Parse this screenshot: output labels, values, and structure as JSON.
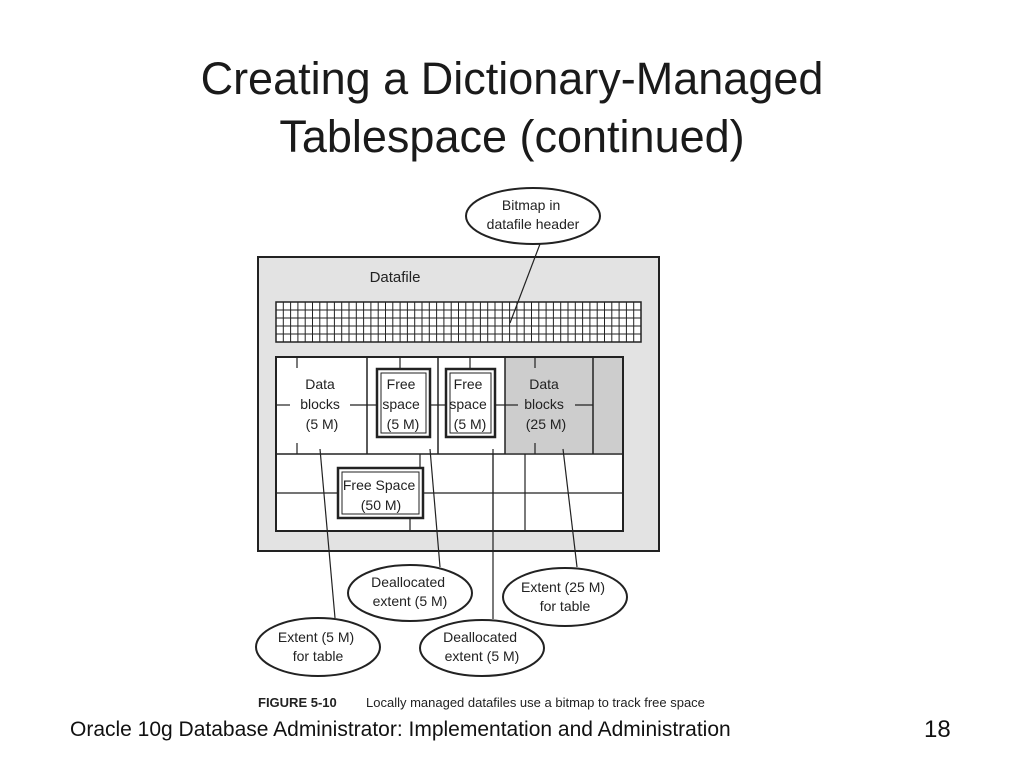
{
  "slide": {
    "title_line1": "Creating a Dictionary-Managed",
    "title_line2": "Tablespace (continued)",
    "footer": "Oracle 10g Database Administrator: Implementation and Administration",
    "page_number": "18"
  },
  "figure": {
    "datafile_label": "Datafile",
    "callout_bitmap": [
      "Bitmap in",
      "datafile header"
    ],
    "block_data_5": [
      "Data",
      "blocks",
      "(5 M)"
    ],
    "block_free_a": [
      "Free",
      "space",
      "(5 M)"
    ],
    "block_free_b": [
      "Free",
      "space",
      "(5 M)"
    ],
    "block_data_25": [
      "Data",
      "blocks",
      "(25 M)"
    ],
    "free_space_50": [
      "Free Space",
      "(50 M)"
    ],
    "callout_dealloc_1": [
      "Deallocated",
      "extent (5 M)"
    ],
    "callout_extent_25": [
      "Extent (25 M)",
      "for table"
    ],
    "callout_extent_5": [
      "Extent (5 M)",
      "for table"
    ],
    "callout_dealloc_2": [
      "Deallocated",
      "extent (5 M)"
    ],
    "caption_label": "FIGURE 5-10",
    "caption_text": "Locally managed datafiles use a bitmap to track free space"
  },
  "colors": {
    "datafile_fill": "#e3e3e3",
    "data_blocks_25_fill": "#cdcdcd",
    "line": "#222222"
  }
}
